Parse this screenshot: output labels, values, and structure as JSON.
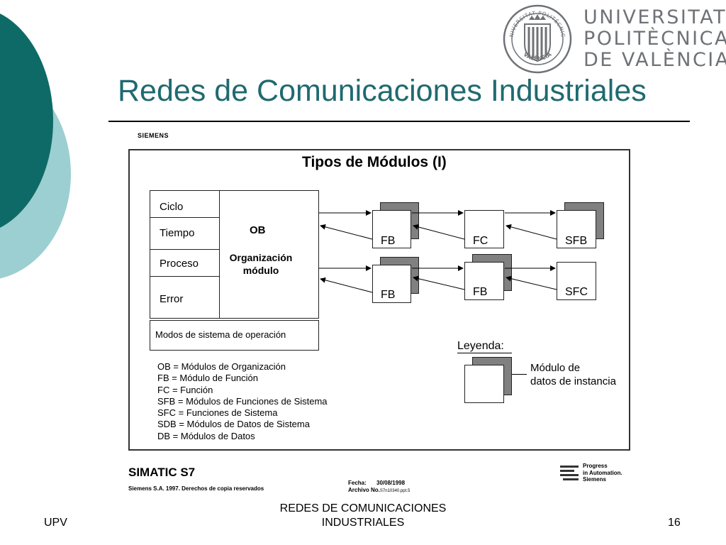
{
  "header": {
    "university_lines": [
      "UNIVERSITAT",
      "POLITÈCNICA",
      "DE VALÈNCIA"
    ],
    "seal_text": "UNIVERSITAT POLITÈCNICA VALÈNCIA",
    "title": "Redes de Comunicaciones Industriales"
  },
  "slide_image": {
    "brand": "SIEMENS",
    "heading": "Tipos de Módulos (I)",
    "ob_panel": {
      "cells": [
        "Ciclo",
        "Tiempo",
        "Proceso",
        "Error"
      ],
      "ob_label": "OB",
      "ob_description": "Organización módulo",
      "system_modes": "Modos de sistema de operación"
    },
    "modules": {
      "fb_top": "FB",
      "fc_top": "FC",
      "sfb_top": "SFB",
      "fb_bottom_left": "FB",
      "fb_bottom_mid": "FB",
      "sfc_bottom": "SFC"
    },
    "definitions": [
      "OB = Módulos de Organización",
      "FB = Módulo de Función",
      "FC = Función",
      "SFB = Módulos de Funciones de Sistema",
      "SFC = Funciones de Sistema",
      "SDB = Módulos de Datos de Sistema",
      "DB = Módulos de Datos"
    ],
    "legend": {
      "title": "Leyenda:",
      "instance_lines": [
        "Módulo de",
        "datos de instancia"
      ]
    },
    "footer": {
      "product": "SIMATIC S7",
      "copyright": "Siemens S.A. 1997. Derechos de copia reservados",
      "date_label": "Fecha:",
      "date_value": "30/08/1998",
      "archive_label": "Archivo No.",
      "archive_value": "S7n10340.ppt.5",
      "tagline_lines": [
        "Progress",
        "in Automation.",
        "Siemens"
      ]
    }
  },
  "footer": {
    "left": "UPV",
    "center": "REDES DE COMUNICACIONES INDUSTRIALES",
    "page_number": "16"
  },
  "colors": {
    "title_teal": "#1f6a70",
    "circle_dark": "#0e6a66",
    "circle_light": "#9ccfd1",
    "logo_grey": "#6f7276",
    "module_shadow": "#808080"
  }
}
